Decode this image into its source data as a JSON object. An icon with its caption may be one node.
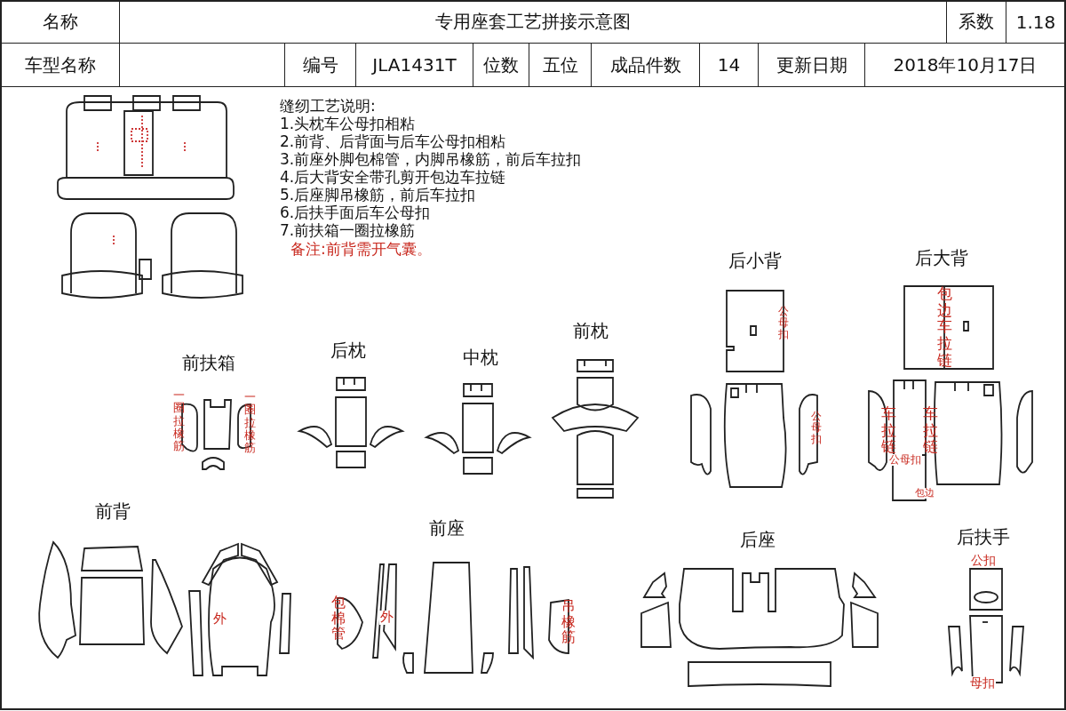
{
  "diagram": {
    "title": "专用座套工艺拼接示意图",
    "labels": [
      "名称",
      "系数",
      "1.18",
      "车型名称",
      "编号",
      "JLA1431T",
      "位数",
      "五位",
      "成品件数",
      "14",
      "更新日期",
      "2018年10月17日",
      "缝纫工艺说明:",
      "1.头枕车公母扣相粘",
      "2.前背、后背面与后车公母扣相粘",
      "3.前座外脚包棉管，内脚吊橡筋，前后车拉扣",
      "4.后大背安全带孔剪开包边车拉链",
      "5.后座脚吊橡筋，前后车拉扣",
      "6.后扶手面后车公母扣",
      "7.前扶箱一圈拉橡筋",
      "备注:前背需开气囊。",
      "后小背",
      "后大背",
      "前枕",
      "前扶箱",
      "后枕",
      "中枕",
      "一圈拉橡筋",
      "一圈拉橡筋",
      "公母扣",
      "包边车拉链",
      "公母扣",
      "车拉链",
      "车拉链",
      "公母扣",
      "包边",
      "前背",
      "前座",
      "后座",
      "后扶手",
      "公扣",
      "外",
      "包棉管",
      "外",
      "吊橡筋",
      "母扣"
    ]
  }
}
